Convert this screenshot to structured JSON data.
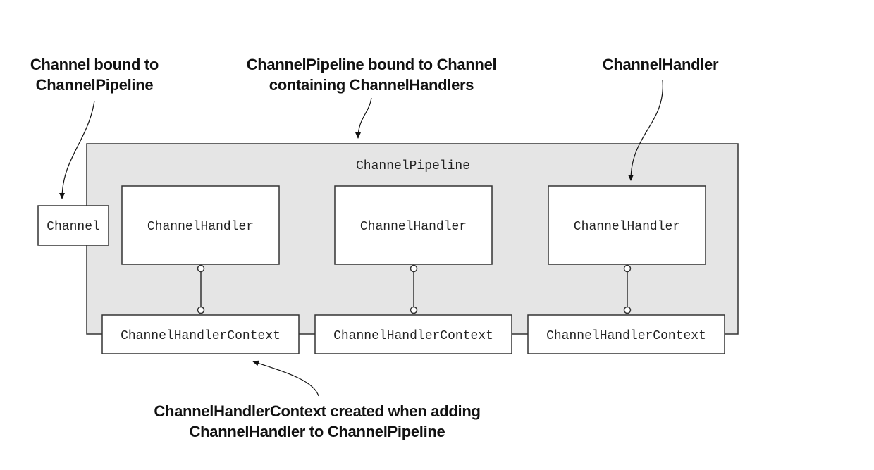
{
  "callouts": {
    "channel_bound": [
      "Channel bound to",
      "ChannelPipeline"
    ],
    "pipeline_bound": [
      "ChannelPipeline bound to Channel",
      "containing ChannelHandlers"
    ],
    "handler": [
      "ChannelHandler"
    ],
    "context_created": [
      "ChannelHandlerContext created when adding",
      "ChannelHandler to ChannelPipeline"
    ]
  },
  "pipeline": {
    "label": "ChannelPipeline",
    "fill": "#e5e5e5"
  },
  "channel": {
    "label": "Channel"
  },
  "handlers": [
    {
      "label": "ChannelHandler"
    },
    {
      "label": "ChannelHandler"
    },
    {
      "label": "ChannelHandler"
    }
  ],
  "contexts": [
    {
      "label": "ChannelHandlerContext"
    },
    {
      "label": "ChannelHandlerContext"
    },
    {
      "label": "ChannelHandlerContext"
    }
  ]
}
